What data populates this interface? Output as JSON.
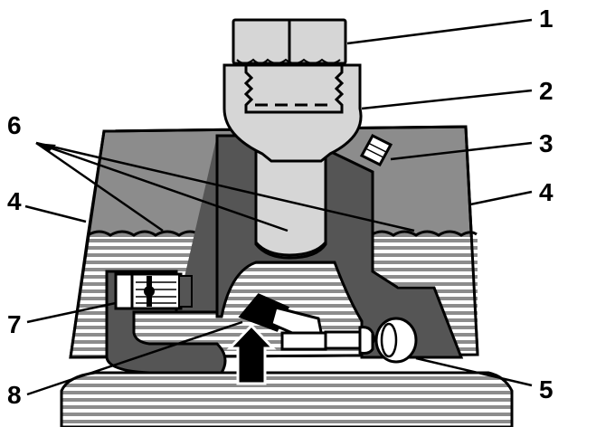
{
  "callouts": {
    "c1": "1",
    "c2": "2",
    "c3": "3",
    "c4_left": "4",
    "c4_right": "4",
    "c5": "5",
    "c6": "6",
    "c7": "7",
    "c8": "8"
  },
  "colors": {
    "outline": "#000000",
    "light_gray": "#d6d6d6",
    "mid_gray": "#8c8c8c",
    "dark_gray": "#555555",
    "white": "#ffffff"
  }
}
